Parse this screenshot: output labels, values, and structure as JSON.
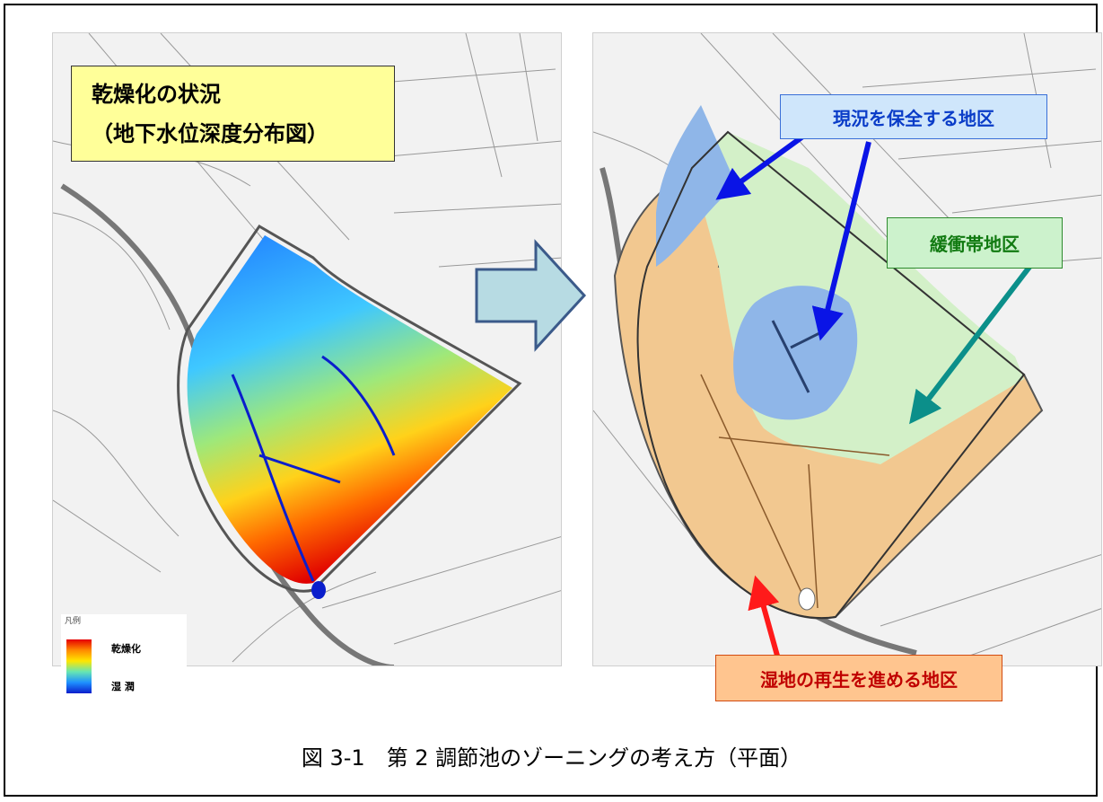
{
  "left_map": {
    "title_line1": "乾燥化の状況",
    "title_line2": "（地下水位深度分布図）",
    "legend": {
      "title": "凡例",
      "dry_label": "乾燥化",
      "wet_label": "湿 潤"
    }
  },
  "right_map": {
    "label_preserve": "現況を保全する地区",
    "label_buffer": "緩衝帯地区",
    "label_restore": "湿地の再生を進める地区"
  },
  "caption": "図 3-1　第 2 調節池のゾーニングの考え方（平面）",
  "colors": {
    "preserve_zone": "#8fb6e8",
    "buffer_zone": "#d3f0c8",
    "restore_zone": "#f2c890",
    "title_box": "#ffff99",
    "arrow_blue": "#0a14e6",
    "arrow_teal": "#0b8f8a",
    "arrow_red": "#ff1a1a",
    "transition_arrow": "#b7dbe3"
  }
}
